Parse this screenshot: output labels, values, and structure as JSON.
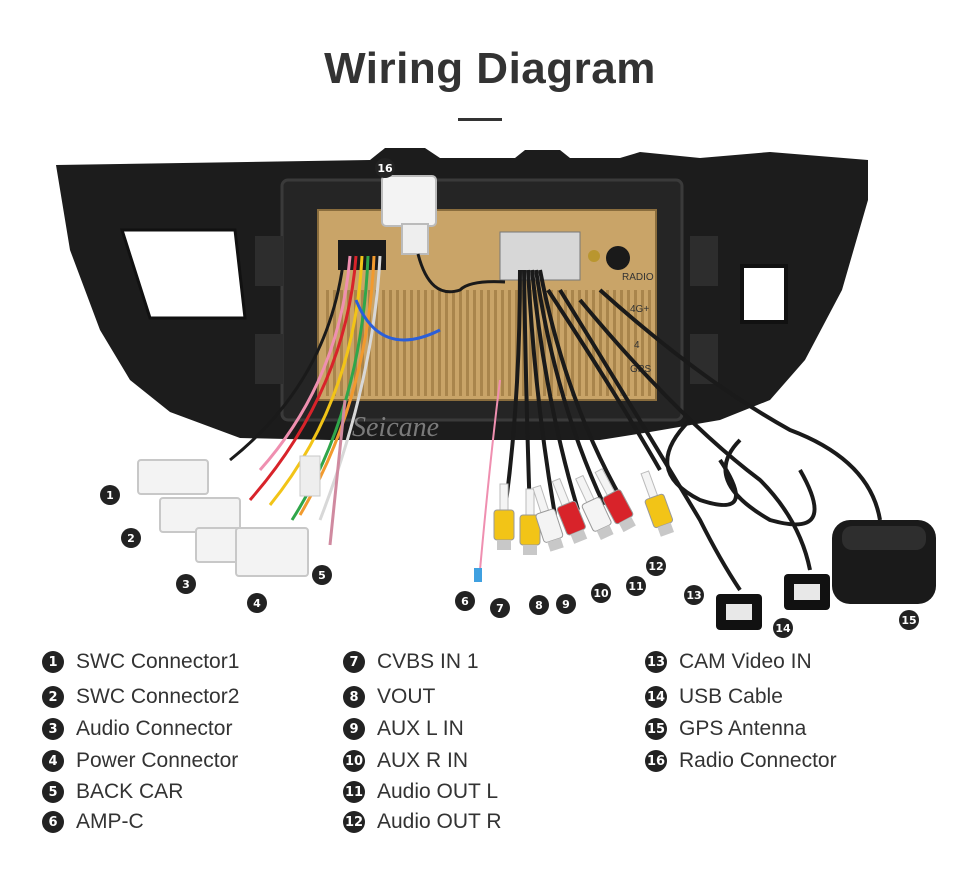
{
  "title": "Wiring Diagram",
  "watermark": "Seicane",
  "panel_text": {
    "radio": "RADIO",
    "4g": "4G+",
    "gps": "GPS",
    "4": "4"
  },
  "callouts": [
    "1",
    "2",
    "3",
    "4",
    "5",
    "6",
    "7",
    "8",
    "9",
    "10",
    "11",
    "12",
    "13",
    "14",
    "15",
    "16"
  ],
  "legend": {
    "col1": [
      {
        "num": "1",
        "label": "SWC Connector1"
      },
      {
        "num": "2",
        "label": "SWC Connector2"
      },
      {
        "num": "3",
        "label": "Audio Connector"
      },
      {
        "num": "4",
        "label": "Power Connector"
      },
      {
        "num": "5",
        "label": "BACK CAR"
      },
      {
        "num": "6",
        "label": "AMP-C"
      }
    ],
    "col2": [
      {
        "num": "7",
        "label": "CVBS IN 1"
      },
      {
        "num": "8",
        "label": "VOUT"
      },
      {
        "num": "9",
        "label": "AUX L IN"
      },
      {
        "num": "10",
        "label": "AUX R IN"
      },
      {
        "num": "11",
        "label": "Audio OUT L"
      },
      {
        "num": "12",
        "label": "Audio OUT R"
      }
    ],
    "col3": [
      {
        "num": "13",
        "label": "CAM Video IN"
      },
      {
        "num": "14",
        "label": "USB Cable"
      },
      {
        "num": "15",
        "label": "GPS Antenna"
      },
      {
        "num": "16",
        "label": "Radio Connector"
      }
    ]
  },
  "colors": {
    "housing": "#1c1c1c",
    "heatsink": "#c9a468",
    "rca_yellow": "#f2c417",
    "rca_red": "#d8232a",
    "rca_white": "#f4f4f4"
  }
}
